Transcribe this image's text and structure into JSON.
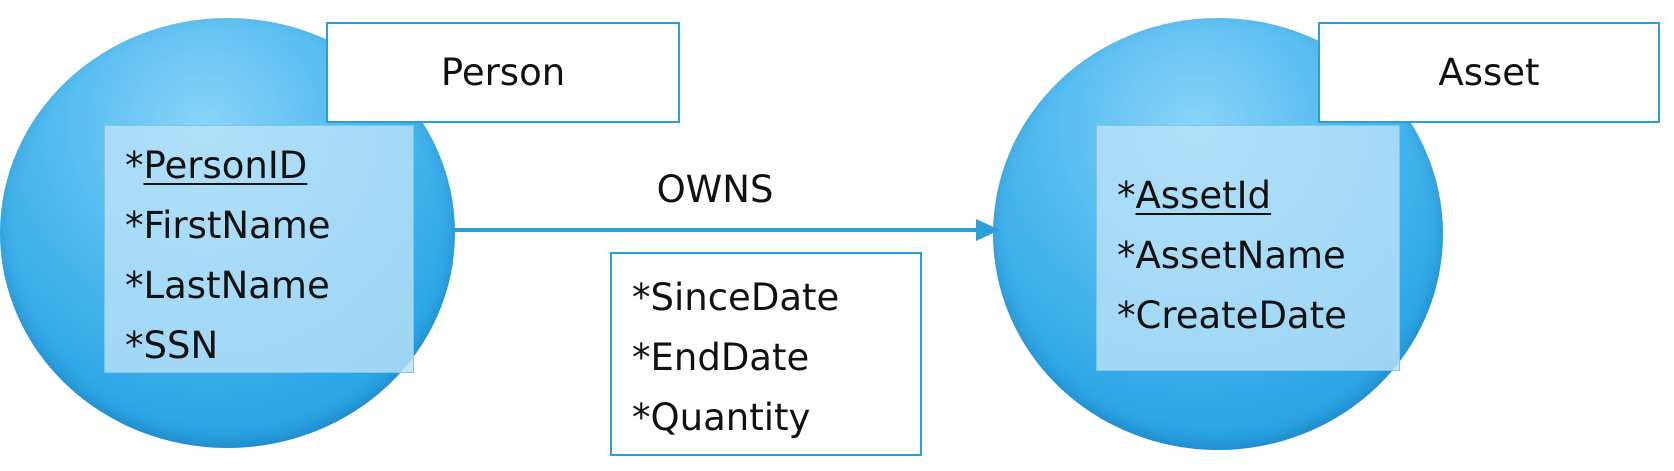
{
  "nodes": {
    "person": {
      "label": "Person",
      "properties": [
        {
          "prefix": "*",
          "name": "PersonID"
        },
        {
          "prefix": "*",
          "name": "FirstName"
        },
        {
          "prefix": "*",
          "name": "LastName"
        },
        {
          "prefix": "*",
          "name": "SSN"
        }
      ]
    },
    "asset": {
      "label": "Asset",
      "properties": [
        {
          "prefix": "*",
          "name": "AssetId"
        },
        {
          "prefix": "*",
          "name": "AssetName"
        },
        {
          "prefix": "*",
          "name": "CreateDate"
        }
      ]
    }
  },
  "relationship": {
    "label": "OWNS",
    "properties": [
      {
        "prefix": "*",
        "name": "SinceDate"
      },
      {
        "prefix": "*",
        "name": "EndDate"
      },
      {
        "prefix": "*",
        "name": "Quantity"
      }
    ]
  },
  "colors": {
    "node_fill": "#2ea7e6",
    "border": "#2a9fd8"
  }
}
